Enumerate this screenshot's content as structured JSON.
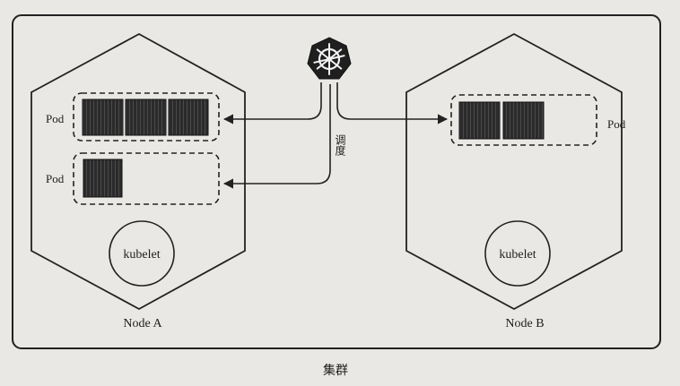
{
  "diagram": {
    "cluster_label": "集群",
    "scheduler": {
      "icon": "kubernetes-helm-icon",
      "edge_label": "调度"
    },
    "nodes": [
      {
        "id": "node-a",
        "label": "Node A",
        "pods": [
          {
            "label": "Pod",
            "containers": 3
          },
          {
            "label": "Pod",
            "containers": 1
          }
        ],
        "agent": "kubelet"
      },
      {
        "id": "node-b",
        "label": "Node B",
        "pods": [
          {
            "label": "Pod",
            "containers": 2
          }
        ],
        "agent": "kubelet"
      }
    ]
  }
}
